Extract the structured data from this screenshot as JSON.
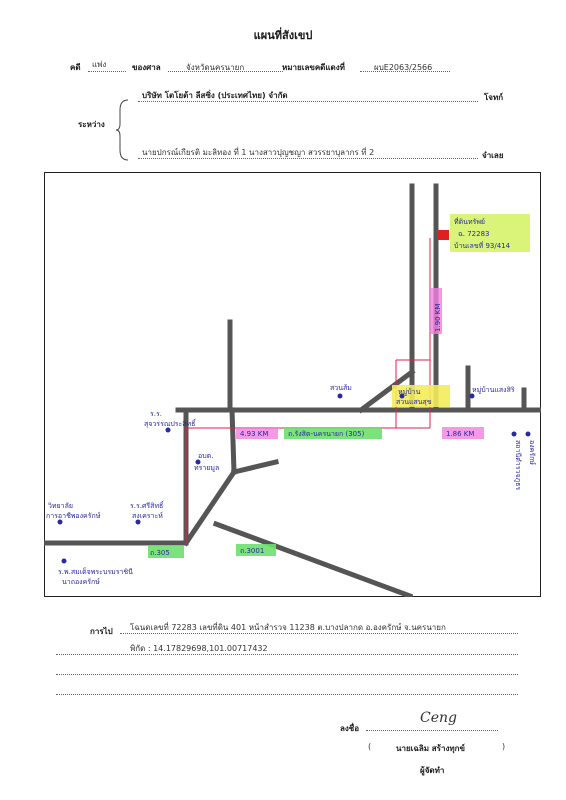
{
  "header": {
    "title": "แผนที่สังเขป",
    "case_label": "คดี",
    "case_type": "แพ่ง",
    "court_label": "ของศาล",
    "court_name": "จังหวัดนครนายก",
    "case_no_label": "หมายเลขคดีแดงที่",
    "case_no": "ผบE2063/2566"
  },
  "parties": {
    "between_label": "ระหว่าง",
    "plaintiff": "บริษัท โตโยต้า ลีสซิ่ง (ประเทศไทย) จำกัด",
    "plaintiff_role": "โจทก์",
    "defendant": "นายปกรณ์เกียรติ มะลิทอง ที่ 1 นางสาวปุญชญา สวรรยาบุลากร ที่ 2",
    "defendant_role": "จำเลย"
  },
  "map": {
    "labels": {
      "property": "ที่ดินทรัพย์",
      "deed_no": "ฉ. 72283",
      "house_no": "บ้านเลขที่ 93/414",
      "distance_vertical": "1.90 KM",
      "garden": "สวนส้ม",
      "village1_line1": "หมู่บ้าน",
      "village1_line2": "สวนแสนสุข",
      "village2": "หมู่บ้านแสงสิริ",
      "distance_left": "4.93 KM",
      "road_main": "ถ.รังสิต-นครนายก (305)",
      "distance_right": "1.86 KM",
      "school": "ร.ร.",
      "school2": "สุจวรรณประสิทธิ์",
      "district_office": "อบต.",
      "district_office2": "ทรายมูล",
      "college": "วิทยาลัย",
      "college2": "การอาชีพองครักษ์",
      "police": "สถานีตำรวจภูธร",
      "police2": "องครักษ์",
      "school3": "ร.ร.ศรีสิทธิ์",
      "school3_b": "สงเคราะห์",
      "hospital": "ร.พ.สมเด็จพระบรมราชินี",
      "hospital2": "นาถองครักษ์",
      "road_305": "ถ.305",
      "road_3001": "ถ.3001"
    }
  },
  "footer": {
    "location_label": "การไป",
    "location_text": "โฉนดเลขที่ 72283 เลขที่ดิน 401 หน้าสำรวจ 11238 ต.บางปลากด อ.องครักษ์ จ.นครนายก",
    "coord_text": "พิกัด : 14.17829698,101.00717432",
    "sign_label": "ลงชื่อ",
    "signature": "Ceng",
    "signer_name": "นายเฉลิม สร้างทุกข์",
    "signer_role": "ผู้จัดทำ",
    "paren_open": "(",
    "paren_close": ")"
  }
}
